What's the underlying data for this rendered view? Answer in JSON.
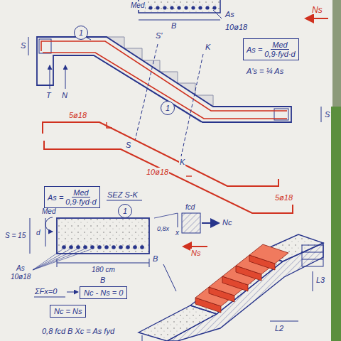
{
  "diagram": {
    "nodes": [
      {
        "text": [
          "As =",
          "Med",
          "0,9·fyd·d"
        ]
      },
      {
        "text": [
          "1"
        ]
      },
      {
        "text": [
          "1"
        ]
      },
      {
        "text": [
          "As =",
          "Med",
          "0,9·fyd·d"
        ]
      },
      {
        "text": [
          "1"
        ]
      },
      {
        "text": [
          "Nc - Ns = 0"
        ]
      },
      {
        "text": [
          "Nc = Ns"
        ]
      }
    ],
    "labels": [
      "Med",
      "B",
      "As",
      "10ø18",
      "Ns",
      "A's = ¼ As",
      "S",
      "T",
      "N",
      "S'",
      "K",
      "S",
      "K",
      "S",
      "5ø18",
      "10ø18",
      "5ø18",
      "SEZ S-K",
      "Med",
      "S = 15",
      "d",
      "As",
      "10ø18",
      "180 cm",
      "B",
      "fcd",
      "0,8x",
      "x",
      "Nc",
      "Ns",
      "ΣFx=0",
      "0,8 fcd B Xc = As fyd",
      "B",
      "L3",
      "L2"
    ]
  }
}
